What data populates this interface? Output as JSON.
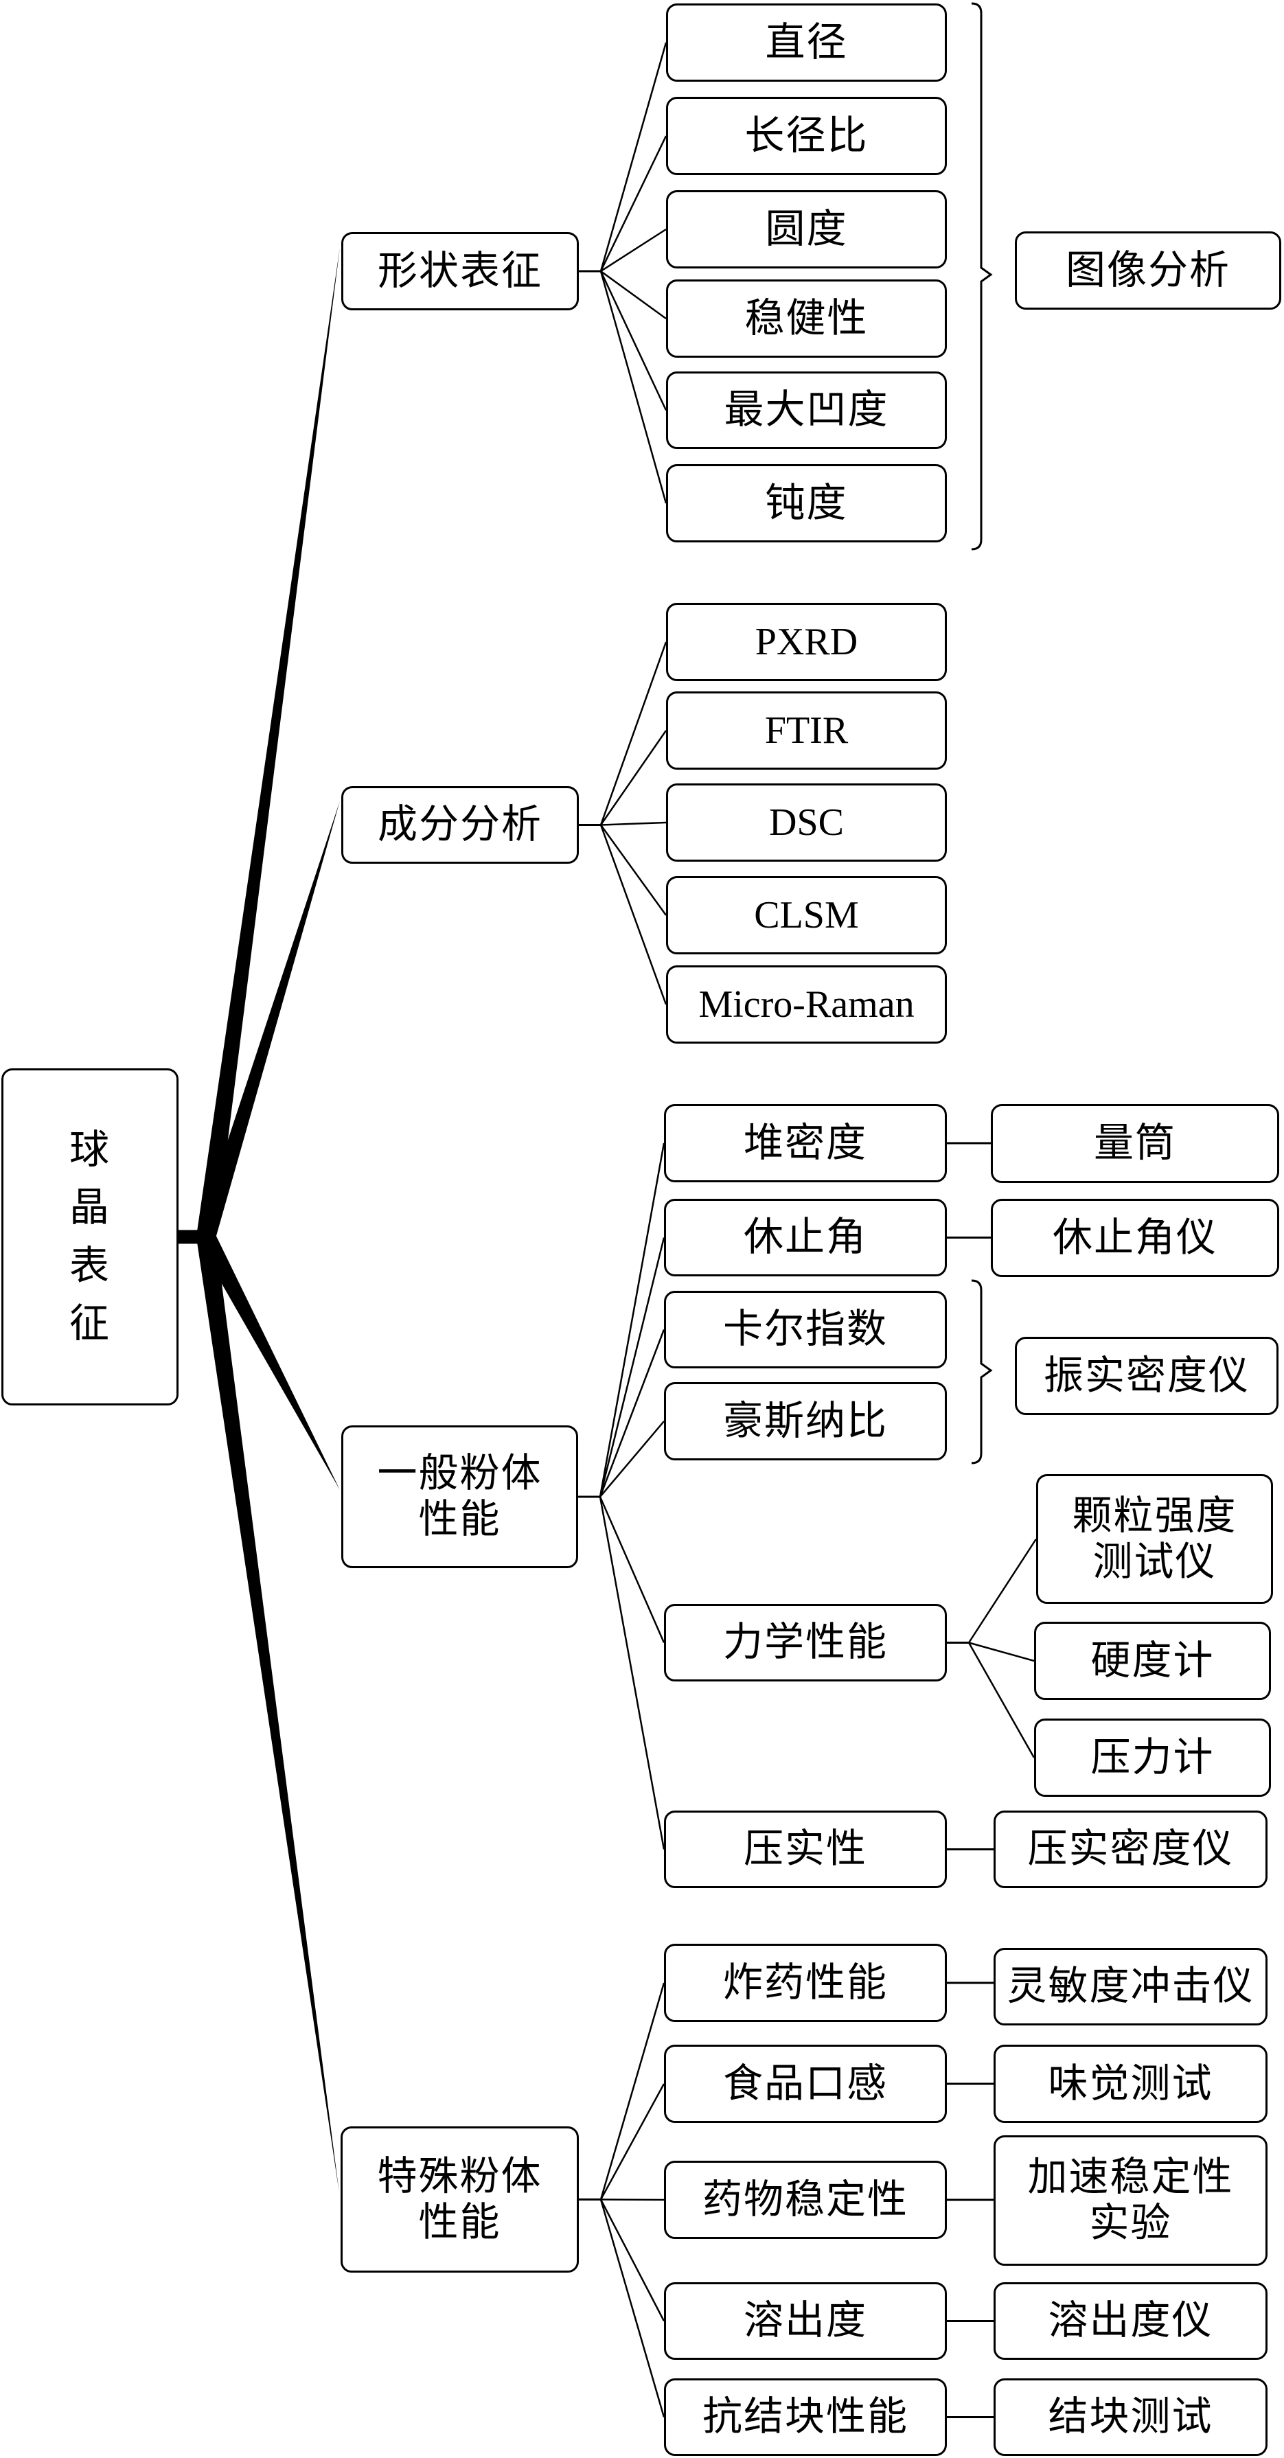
{
  "diagram": {
    "type": "mind-map",
    "root": {
      "label": "球\n晶\n表\n征"
    },
    "categories": [
      {
        "label": "形状表征",
        "items": [
          {
            "label": "直径"
          },
          {
            "label": "长径比"
          },
          {
            "label": "圆度"
          },
          {
            "label": "稳健性"
          },
          {
            "label": "最大凹度"
          },
          {
            "label": "钝度"
          }
        ],
        "groups": [
          {
            "items": [
              0,
              1,
              2,
              3,
              4,
              5
            ],
            "method": "图像分析"
          }
        ]
      },
      {
        "label": "成分分析",
        "items": [
          {
            "label": "PXRD"
          },
          {
            "label": "FTIR"
          },
          {
            "label": "DSC"
          },
          {
            "label": "CLSM"
          },
          {
            "label": "Micro-Raman"
          }
        ]
      },
      {
        "label": "一般粉体\n性能",
        "items": [
          {
            "label": "堆密度",
            "methods": [
              "量筒"
            ]
          },
          {
            "label": "休止角",
            "methods": [
              "休止角仪"
            ]
          },
          {
            "label": "卡尔指数"
          },
          {
            "label": "豪斯纳比"
          },
          {
            "label": "力学性能",
            "methods": [
              "颗粒强度\n测试仪",
              "硬度计",
              "压力计"
            ]
          },
          {
            "label": "压实性",
            "methods": [
              "压实密度仪"
            ]
          }
        ],
        "groups": [
          {
            "items": [
              2,
              3
            ],
            "method": "振实密度仪"
          }
        ]
      },
      {
        "label": "特殊粉体\n性能",
        "items": [
          {
            "label": "炸药性能",
            "methods": [
              "灵敏度冲击仪"
            ]
          },
          {
            "label": "食品口感",
            "methods": [
              "味觉测试"
            ]
          },
          {
            "label": "药物稳定性",
            "methods": [
              "加速稳定性\n实验"
            ]
          },
          {
            "label": "溶出度",
            "methods": [
              "溶出度仪"
            ]
          },
          {
            "label": "抗结块性能",
            "methods": [
              "结块测试"
            ]
          }
        ]
      }
    ]
  }
}
